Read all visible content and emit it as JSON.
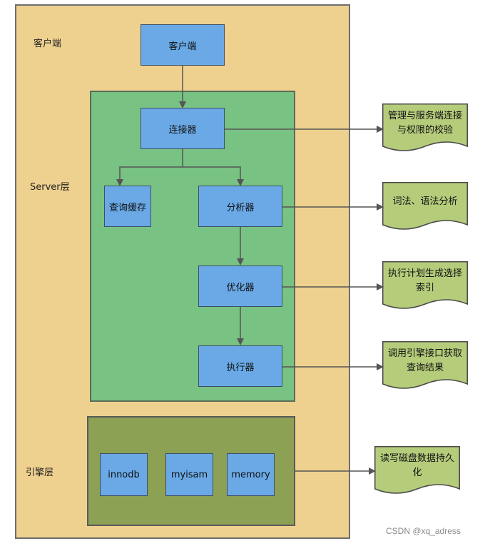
{
  "zones": {
    "client": "客户端",
    "server": "Server层",
    "engine": "引擎层"
  },
  "nodes": {
    "client": "客户端",
    "connector": "连接器",
    "cache": "查询缓存",
    "analyzer": "分析器",
    "optimizer": "优化器",
    "executor": "执行器",
    "innodb": "innodb",
    "myisam": "myisam",
    "memory": "memory"
  },
  "notes": {
    "connector": [
      "管理与服务端连接",
      "与权限的校验"
    ],
    "analyzer": [
      "词法、语法分析"
    ],
    "optimizer": [
      "执行计划生成选择",
      "索引"
    ],
    "executor": [
      "调用引擎接口获取",
      "查询结果"
    ],
    "engine": [
      "读写磁盘数据持久",
      "化"
    ]
  },
  "colors": {
    "outer": "#efd18f",
    "server": "#78c283",
    "engine": "#8ca154",
    "box": "#6aa9e6",
    "note": "#b5cc7b",
    "arrow": "#555555"
  },
  "watermark": "CSDN @xq_adress"
}
